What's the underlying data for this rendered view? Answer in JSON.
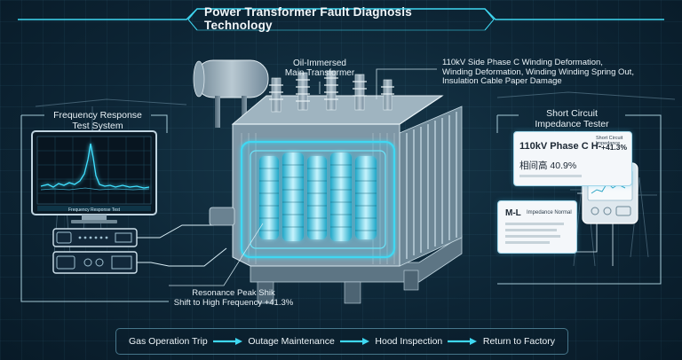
{
  "title": "Power Transformer Fault Diagnosis Technology",
  "labels": {
    "oil_transformer": [
      "Oil-Immersed",
      "Main Transformer"
    ],
    "fault_info": [
      "110kV Side Phase C Winding Deformation,",
      "Winding Deformation, Winding Winding Spring Out,",
      "Insulation Cable Paper Damage"
    ],
    "freq_system": [
      "Frequency Response",
      "Test System"
    ],
    "impedance_tester": [
      "Short Circuit",
      "Impedance Tester"
    ],
    "resonance": [
      "Resonance Peak Shik",
      "Shift to High Frequency +41.3%"
    ]
  },
  "freq_monitor": {
    "caption": "Frequency Response Test"
  },
  "impedance_card_1": {
    "line1_left": "110kV Phase C H-",
    "line1_mid": [
      "Short Circuit",
      "Impedance"
    ],
    "line1_right": "+41.3%",
    "line2": "相间高 40.9%"
  },
  "impedance_card_2": {
    "heading": "M-L",
    "heading_sub": "Impedance Normal"
  },
  "flow_steps": [
    "Gas Operation Trip",
    "Outage Maintenance",
    "Hood Inspection",
    "Return to Factory"
  ],
  "colors": {
    "accent": "#3fd8f2",
    "background": "#0d2535",
    "line": "#bfe6f2"
  }
}
